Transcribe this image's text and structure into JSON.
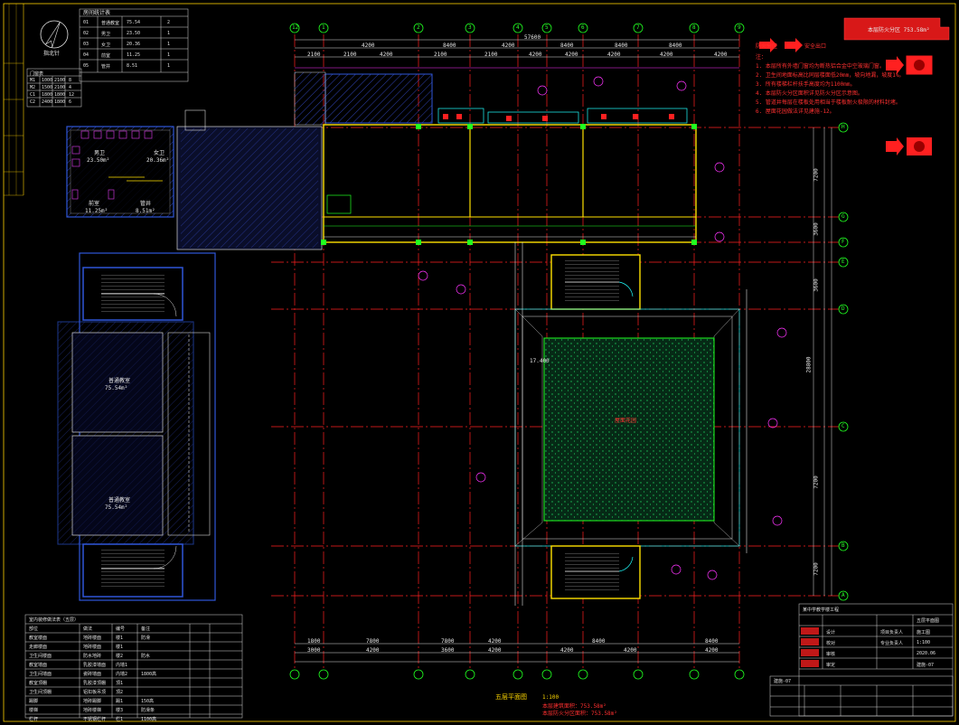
{
  "drawing": {
    "plan_title": "五层平面图",
    "plan_scale": "1:100",
    "area_note_1": "本层建筑面积：753.58m²",
    "area_note_2": "本层防火分区面积：753.58m²",
    "north_label": "指北针",
    "legend_arrow_1": "防火分区",
    "legend_arrow_2": "安全出口",
    "top_right_label": "本层防火分区 753.58m²",
    "sheet_number": "建施-07"
  },
  "grid_labels": {
    "top": [
      "12",
      "1",
      "2",
      "3",
      "4",
      "5",
      "6",
      "7",
      "8",
      "9"
    ],
    "right": [
      "H",
      "G",
      "F",
      "E",
      "D",
      "C",
      "B",
      "A"
    ]
  },
  "dimensions": {
    "top_total": "57600",
    "top_row_1": [
      "4200",
      "8400",
      "4200",
      "8400",
      "8400",
      "8400"
    ],
    "top_row_2": [
      "2100",
      "2100",
      "4200",
      "2100",
      "2100",
      "4200",
      "4200",
      "4200",
      "4200",
      "4200"
    ],
    "bottom_row_1": [
      "1800",
      "7800",
      "7800",
      "4200",
      "8400",
      "8400"
    ],
    "bottom_row_2": [
      "3000",
      "4200",
      "3600",
      "4200",
      "4200",
      "4200",
      "4200"
    ],
    "right_total": "28800",
    "right_row": [
      "7200",
      "3600",
      "3600",
      "7200",
      "7200"
    ]
  },
  "rooms": {
    "toilet_male": "男卫",
    "toilet_male_area": "23.50m²",
    "toilet_female": "女卫",
    "toilet_female_area": "20.36m²",
    "lobby": "前室",
    "lobby_area": "11.25m²",
    "shaft": "管井",
    "shaft_area": "8.51m²",
    "classroom_1": "普通教室",
    "classroom_1_area": "75.54m²",
    "classroom_2": "普通教室",
    "classroom_2_area": "75.54m²",
    "atrium": "屋面花园",
    "atrium_level": "17.400"
  },
  "notes": [
    "注：",
    "1. 本层所有外墙门窗均为断热铝合金中空玻璃门窗。",
    "2. 卫生间地面标高比同层楼面低20mm，坡向地漏，坡度1%。",
    "3. 所有楼梯栏杆扶手高度均为1100mm。",
    "4. 本层防火分区面积详见防火分区示意图。",
    "5. 管道井每层在楼板处用相当于楼板耐火极限的材料封堵。",
    "6. 屋面花园做法详见建施-12。"
  ],
  "top_left_table": {
    "title": "房间统计表",
    "rows": [
      [
        "01",
        "普通教室",
        "75.54",
        "2"
      ],
      [
        "02",
        "男卫",
        "23.50",
        "1"
      ],
      [
        "03",
        "女卫",
        "20.36",
        "1"
      ],
      [
        "04",
        "前室",
        "11.25",
        "1"
      ],
      [
        "05",
        "管井",
        "8.51",
        "1"
      ]
    ]
  },
  "left_small_table": {
    "title": "门窗表",
    "rows": [
      [
        "M1",
        "1000",
        "2100",
        "8"
      ],
      [
        "M2",
        "1500",
        "2100",
        "4"
      ],
      [
        "C1",
        "1800",
        "1800",
        "12"
      ],
      [
        "C2",
        "2400",
        "1800",
        "6"
      ]
    ]
  },
  "bottom_left_table": {
    "title": "室内装修做法表（五层）",
    "headers": [
      "部位",
      "做法",
      "编号",
      "备注"
    ],
    "rows": [
      [
        "教室楼面",
        "地砖楼面",
        "楼1",
        "防滑"
      ],
      [
        "走廊楼面",
        "地砖楼面",
        "楼1",
        ""
      ],
      [
        "卫生间楼面",
        "防水地砖",
        "楼2",
        "防水"
      ],
      [
        "教室墙面",
        "乳胶漆墙面",
        "内墙1",
        ""
      ],
      [
        "卫生间墙面",
        "瓷砖墙面",
        "内墙2",
        "1800高"
      ],
      [
        "教室顶棚",
        "乳胶漆顶棚",
        "顶1",
        ""
      ],
      [
        "卫生间顶棚",
        "铝扣板吊顶",
        "顶2",
        ""
      ],
      [
        "踢脚",
        "地砖踢脚",
        "踢1",
        "150高"
      ],
      [
        "楼梯",
        "地砖楼梯",
        "楼3",
        "防滑条"
      ],
      [
        "栏杆",
        "不锈钢栏杆",
        "栏1",
        "1100高"
      ]
    ]
  },
  "title_block": {
    "project": "某中学教学楼工程",
    "drawing_name": "五层平面图",
    "roles": [
      "设计",
      "校对",
      "审核",
      "审定",
      "项目负责人",
      "专业负责人"
    ],
    "stage": "施工图",
    "scale": "1:100",
    "date": "2020.06",
    "sheet": "建施-07"
  },
  "colors": {
    "background": "#000000",
    "grid_line": "#ff2020",
    "wall": "#ffe000",
    "wall_alt": "#d8d8d8",
    "dim_line": "#e0e0e0",
    "hatch": "#4060ff",
    "green": "#20ff20",
    "magenta": "#ff30ff",
    "cyan": "#20ffff",
    "frame": "#ffd200"
  }
}
